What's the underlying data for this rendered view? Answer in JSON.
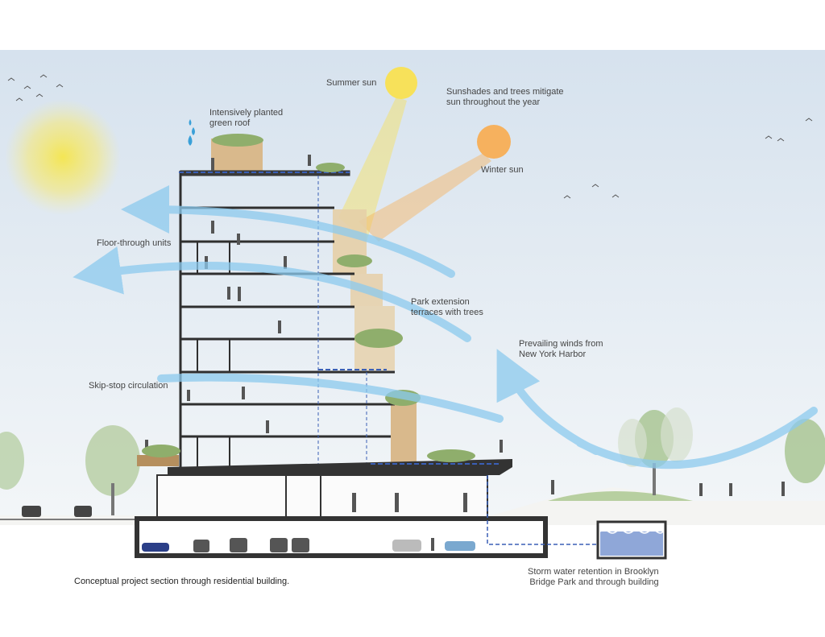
{
  "labels": {
    "summer_sun": "Summer sun",
    "sunshades": "Sunshades and trees mitigate\nsun throughout the year",
    "winter_sun": "Winter sun",
    "green_roof": "Intensively planted\ngreen roof",
    "floor_through": "Floor-through units",
    "park_extension": "Park extension\nterraces with trees",
    "prevailing_winds": "Prevailing winds from\nNew York Harbor",
    "skip_stop": "Skip-stop circulation",
    "storm_water": "Storm water retention in Brooklyn\nBridge Park and through building"
  },
  "caption": "Conceptual project section through residential building.",
  "colors": {
    "sky": "#dfe7ef",
    "summer_sun": "#f7e15a",
    "winter_sun": "#f6b15e",
    "wind": "#7fc3e8",
    "structure": "#333333",
    "wood": "#d9b98c",
    "greenery": "#8fae6c",
    "water": "#8fa7d8"
  }
}
